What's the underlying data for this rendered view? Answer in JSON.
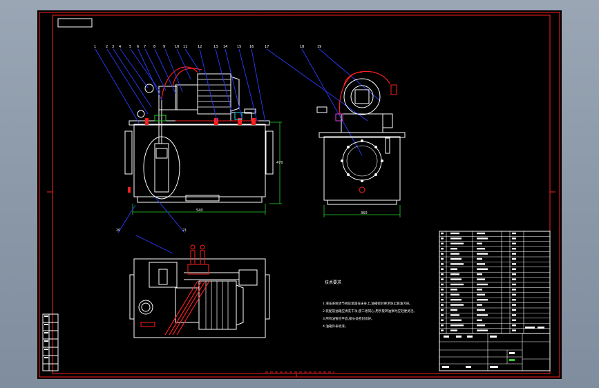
{
  "drawing": {
    "leader_labels": [
      "1",
      "2",
      "3",
      "4",
      "5",
      "6",
      "7",
      "8",
      "9",
      "10",
      "11",
      "12",
      "13",
      "14",
      "15",
      "16",
      "17",
      "18",
      "19"
    ],
    "bottom_labels": [
      "20",
      "21"
    ],
    "tech_title": "技术要求",
    "tech_notes": [
      "1.液压系统调节阀应紧固在床身上,油箱密封要求防止漏油污染。",
      "2.装配前油箱应清洗干净,使二者同心,用手旋转油泵时应轻便灵活。",
      "3.所有油管应平直,接头处密封良好。",
      "4.油箱外表喷漆。"
    ],
    "dims": {
      "front_width": "540",
      "front_height": "470",
      "side_width": "360"
    },
    "colors": {
      "line": "#ffffff",
      "red": "#ff2020",
      "blue": "#2a3cff",
      "green": "#2bd42b",
      "cyan": "#28d8e8",
      "magenta": "#e040e0",
      "yellow": "#e8e030"
    }
  }
}
